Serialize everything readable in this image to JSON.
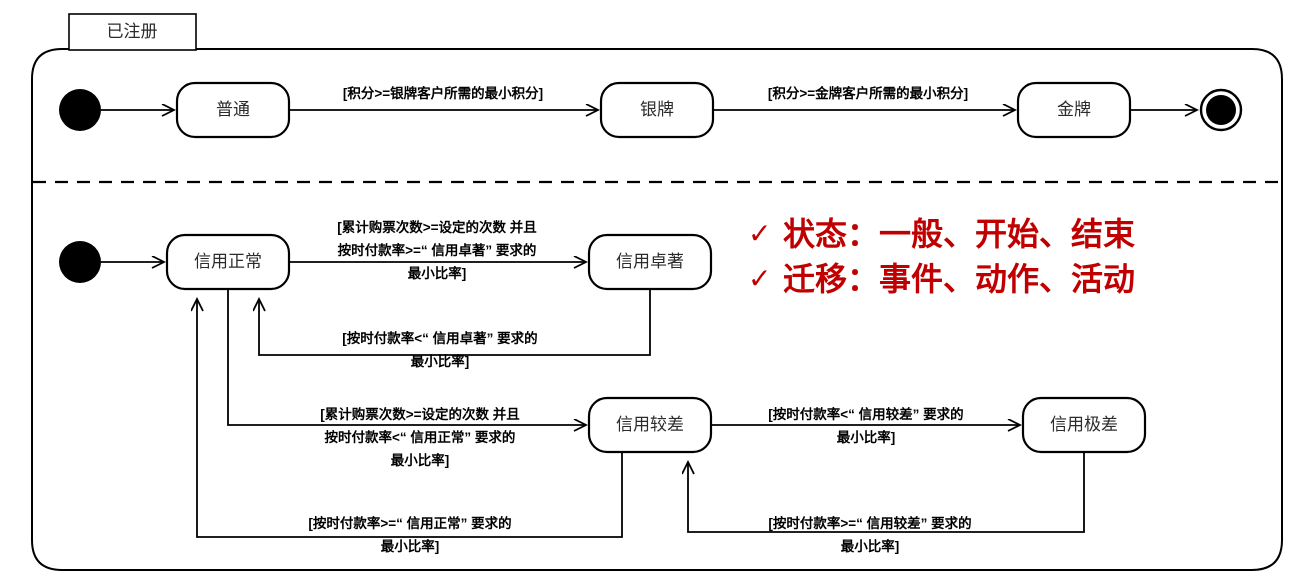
{
  "diagram": {
    "title_tab": "已注册",
    "type": "uml-state-machine",
    "regions": [
      {
        "name": "membership-level-region"
      },
      {
        "name": "credit-rating-region"
      }
    ]
  },
  "states": {
    "normal": "普通",
    "silver": "银牌",
    "gold": "金牌",
    "credit_normal": "信用正常",
    "credit_excellent": "信用卓著",
    "credit_poor": "信用较差",
    "credit_very_poor": "信用极差"
  },
  "pseudostates": {
    "initial_top": "initial-state",
    "initial_bottom": "initial-state",
    "final_top": "final-state"
  },
  "transitions": [
    {
      "id": "t1",
      "from": "普通",
      "to": "银牌",
      "guard_lines": [
        "[积分>=银牌客户所需的最小积分]"
      ]
    },
    {
      "id": "t2",
      "from": "银牌",
      "to": "金牌",
      "guard_lines": [
        "[积分>=金牌客户所需的最小积分]"
      ]
    },
    {
      "id": "t3",
      "from": "信用正常",
      "to": "信用卓著",
      "guard_lines": [
        "[累计购票次数>=设定的次数 并且",
        "按时付款率>=“ 信用卓著” 要求的",
        "最小比率]"
      ]
    },
    {
      "id": "t4",
      "from": "信用卓著",
      "to": "信用正常",
      "guard_lines": [
        "[按时付款率<“ 信用卓著” 要求的",
        "最小比率]"
      ]
    },
    {
      "id": "t5",
      "from": "信用正常",
      "to": "信用较差",
      "guard_lines": [
        "[累计购票次数>=设定的次数 并且",
        "按时付款率<“ 信用正常” 要求的",
        "最小比率]"
      ]
    },
    {
      "id": "t6",
      "from": "信用较差",
      "to": "信用极差",
      "guard_lines": [
        "[按时付款率<“ 信用较差” 要求的",
        "最小比率]"
      ]
    },
    {
      "id": "t7",
      "from": "信用较差",
      "to": "信用正常",
      "guard_lines": [
        "[按时付款率>=“ 信用正常” 要求的",
        "最小比率]"
      ]
    },
    {
      "id": "t8",
      "from": "信用极差",
      "to": "信用较差",
      "guard_lines": [
        "[按时付款率>=“ 信用较差” 要求的",
        "最小比率]"
      ]
    }
  ],
  "annotation": {
    "check_glyph": "✓",
    "line1": "状态：一般、开始、结束",
    "line2": "迁移：事件、动作、活动",
    "color": "#c00000"
  },
  "colors": {
    "stroke": "#000000",
    "state_text": "#2b2b2b",
    "annotation": "#c00000",
    "background": "#ffffff"
  }
}
